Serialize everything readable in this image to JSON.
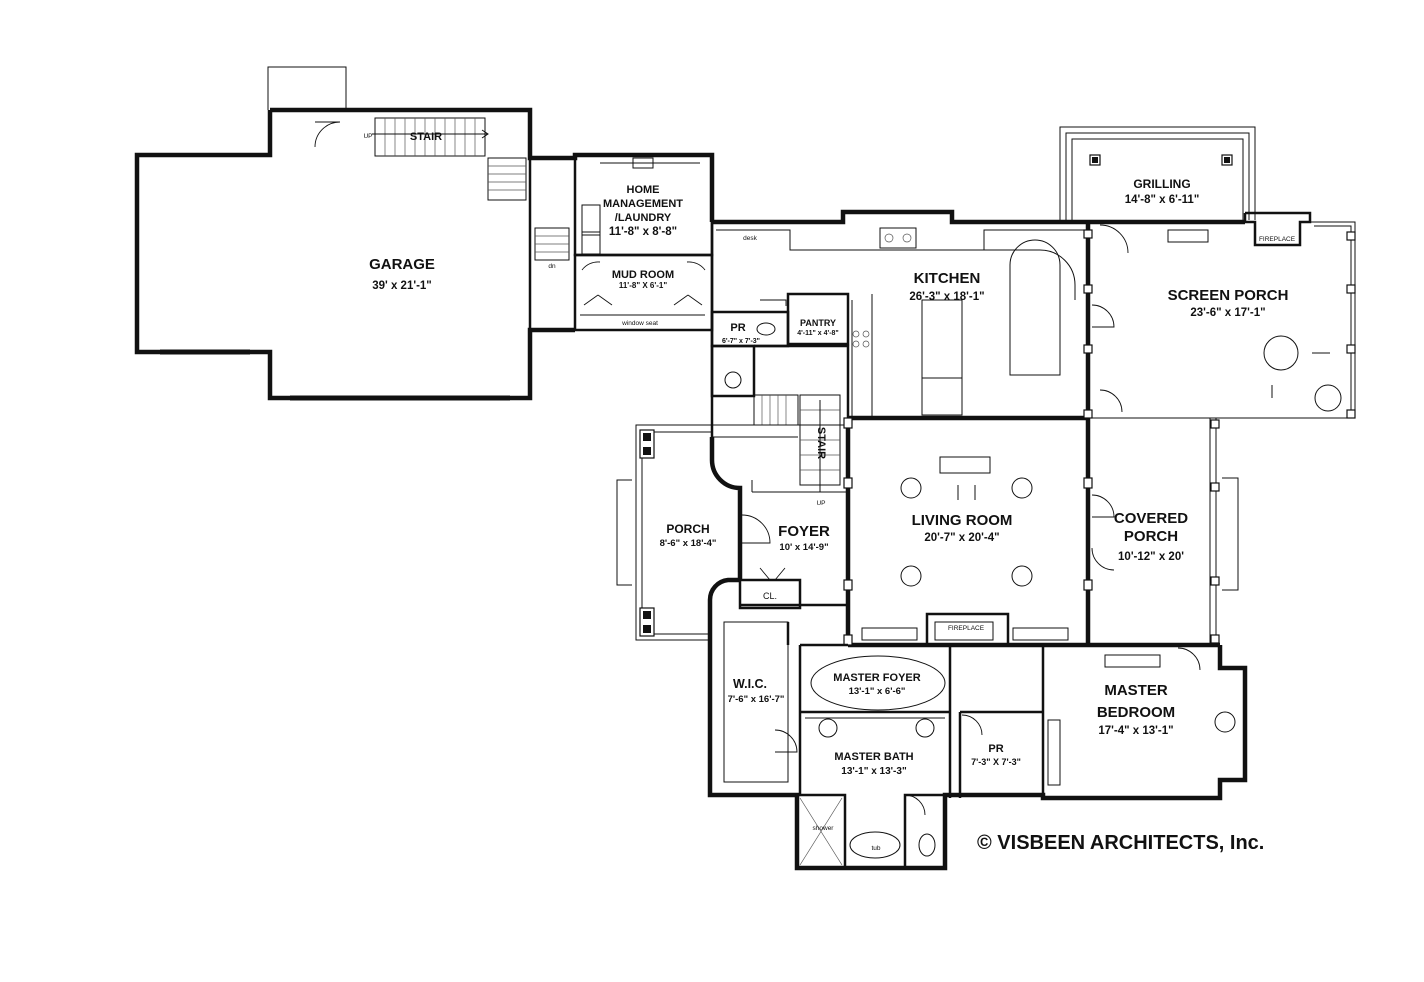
{
  "rooms": {
    "garage": {
      "name": "GARAGE",
      "dims": "39' x 21'-1\""
    },
    "stair_upper": {
      "name": "STAIR",
      "up": "UP"
    },
    "home_mgmt": {
      "line1": "HOME",
      "line2": "MANAGEMENT",
      "line3": "/LAUNDRY",
      "dims": "11'-8\" x 8'-8\""
    },
    "mud_room": {
      "name": "MUD ROOM",
      "dims": "11'-8\" X 6'-1\"",
      "window_seat": "window seat",
      "dn": "dn"
    },
    "desk": "desk",
    "kitchen": {
      "name": "KITCHEN",
      "dims": "26'-3\" x 18'-1\""
    },
    "pantry": {
      "name": "PANTRY",
      "dims": "4'-11\" x 4'-8\""
    },
    "pr_upper": {
      "name": "PR",
      "dims": "6'-7\" x 7'-3\""
    },
    "grilling": {
      "name": "GRILLING",
      "dims": "14'-8\" x 6'-11\""
    },
    "screen_porch": {
      "name": "SCREEN PORCH",
      "dims": "23'-6\" x 17'-1\"",
      "fireplace": "FIREPLACE"
    },
    "stair_main": {
      "name": "STAIR",
      "up": "UP"
    },
    "porch": {
      "name": "PORCH",
      "dims": "8'-6\" x 18'-4\""
    },
    "foyer": {
      "name": "FOYER",
      "dims": "10' x 14'-9\""
    },
    "closet": "CL.",
    "living_room": {
      "name": "LIVING ROOM",
      "dims": "20'-7\" x 20'-4\"",
      "fireplace": "FIREPLACE"
    },
    "covered_porch": {
      "line1": "COVERED",
      "line2": "PORCH",
      "dims": "10'-12\" x 20'"
    },
    "wic": {
      "name": "W.I.C.",
      "dims": "7'-6\" x 16'-7\""
    },
    "master_foyer": {
      "name": "MASTER FOYER",
      "dims": "13'-1\" x 6'-6\""
    },
    "master_bath": {
      "name": "MASTER BATH",
      "dims": "13'-1\" x 13'-3\"",
      "shower": "shower",
      "tub": "tub"
    },
    "pr_lower": {
      "name": "PR",
      "dims": "7'-3\" X 7'-3\""
    },
    "master_bedroom": {
      "line1": "MASTER",
      "line2": "BEDROOM",
      "dims": "17'-4\" x 13'-1\""
    }
  },
  "copyright": "© VISBEEN ARCHITECTS, Inc.",
  "colors": {
    "ink": "#111111",
    "paper": "#ffffff"
  }
}
